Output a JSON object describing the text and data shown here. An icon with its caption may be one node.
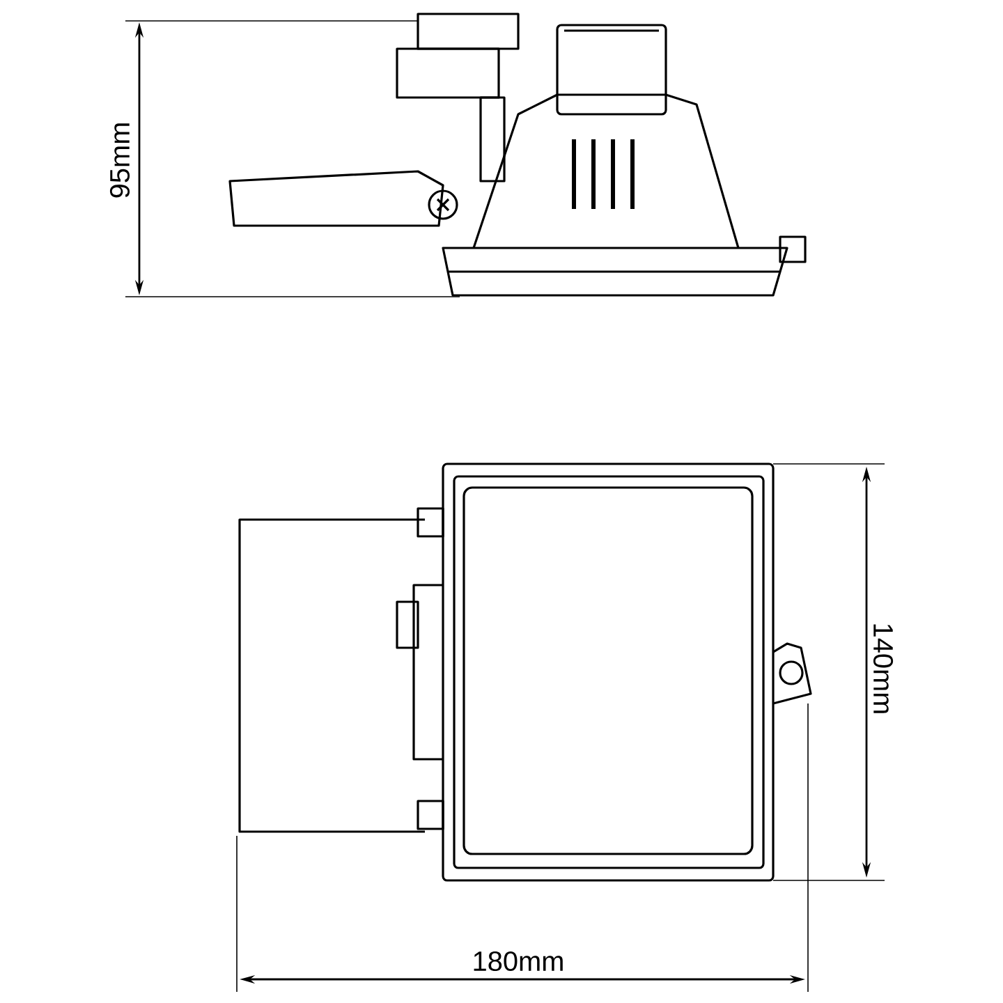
{
  "diagram": {
    "labels": [
      "95mm",
      "140mm",
      "180mm"
    ]
  }
}
